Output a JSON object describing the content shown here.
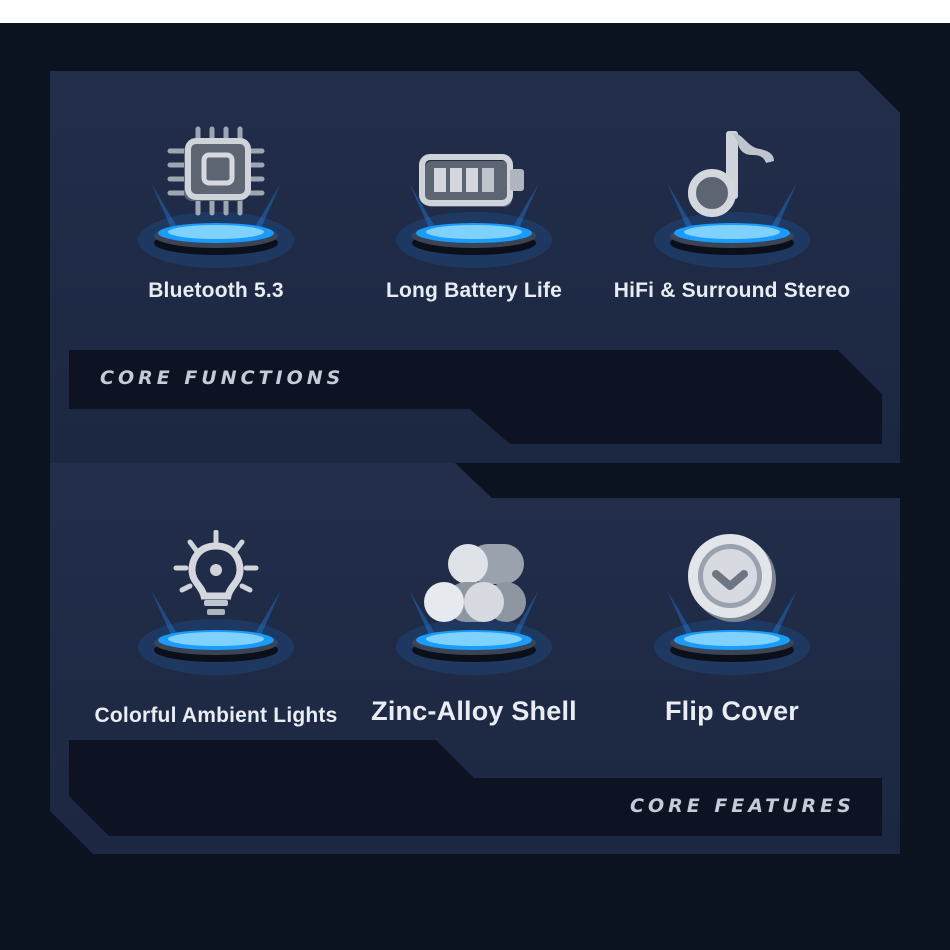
{
  "colors": {
    "background": "#0b1220",
    "panel": "#1f2a44",
    "strip": "#0d1322",
    "glow": "#1c8cff",
    "text": "#e9edf3"
  },
  "core_functions": {
    "title": "CORE FUNCTIONS",
    "items": [
      {
        "label": "Bluetooth 5.3",
        "icon": "chip-icon"
      },
      {
        "label": "Long Battery Life",
        "icon": "battery-icon"
      },
      {
        "label": "HiFi & Surround Stereo",
        "icon": "music-note-icon"
      }
    ]
  },
  "core_features": {
    "title": "CORE FEATURES",
    "items": [
      {
        "label": "Colorful Ambient Lights",
        "icon": "light-bulb-icon"
      },
      {
        "label": "Zinc-Alloy Shell",
        "icon": "alloy-cylinders-icon"
      },
      {
        "label": "Flip Cover",
        "icon": "flip-cover-icon"
      }
    ]
  }
}
